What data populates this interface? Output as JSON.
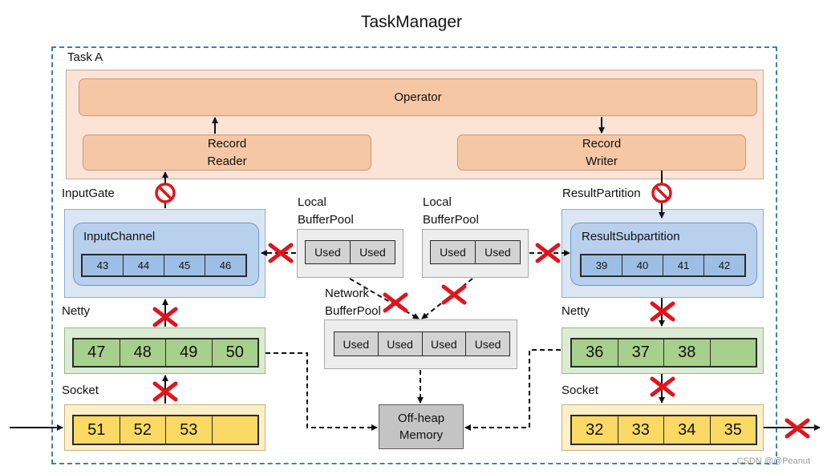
{
  "title": "TaskManager",
  "task_label": "Task A",
  "operator": "Operator",
  "record_reader": "Record\nReader",
  "record_writer": "Record\nWriter",
  "input_gate": "InputGate",
  "input_channel": "InputChannel",
  "input_channel_cells": [
    "43",
    "44",
    "45",
    "46"
  ],
  "result_partition": "ResultPartition",
  "result_subpartition": "ResultSubpartition",
  "result_subpartition_cells": [
    "39",
    "40",
    "41",
    "42"
  ],
  "local_pool_left": "Local\nBufferPool",
  "local_pool_left_cells": [
    "Used",
    "Used"
  ],
  "local_pool_right": "Local\nBufferPool",
  "local_pool_right_cells": [
    "Used",
    "Used"
  ],
  "network_pool": "Network\nBufferPool",
  "network_pool_cells": [
    "Used",
    "Used",
    "Used",
    "Used"
  ],
  "netty_left": "Netty",
  "netty_left_cells": [
    "47",
    "48",
    "49",
    "50"
  ],
  "netty_right": "Netty",
  "netty_right_cells": [
    "36",
    "37",
    "38",
    ""
  ],
  "socket_left": "Socket",
  "socket_left_cells": [
    "51",
    "52",
    "53",
    ""
  ],
  "socket_right": "Socket",
  "socket_right_cells": [
    "32",
    "33",
    "34",
    "35"
  ],
  "offheap": "Off-heap\nMemory",
  "watermark": "CSDN @@Peanut",
  "colors": {
    "frame_dashed": "#3d7fb6",
    "task_bg": "#fbe4d6",
    "orange_box": "#f6c7a5",
    "blue_panel": "#dbe6f3",
    "blue_cell": "#9dbfe6",
    "green_cell": "#a7d08c",
    "yellow_cell": "#fbd965",
    "gray_cell": "#d3d3d3",
    "block_mark": "#e1141c"
  }
}
